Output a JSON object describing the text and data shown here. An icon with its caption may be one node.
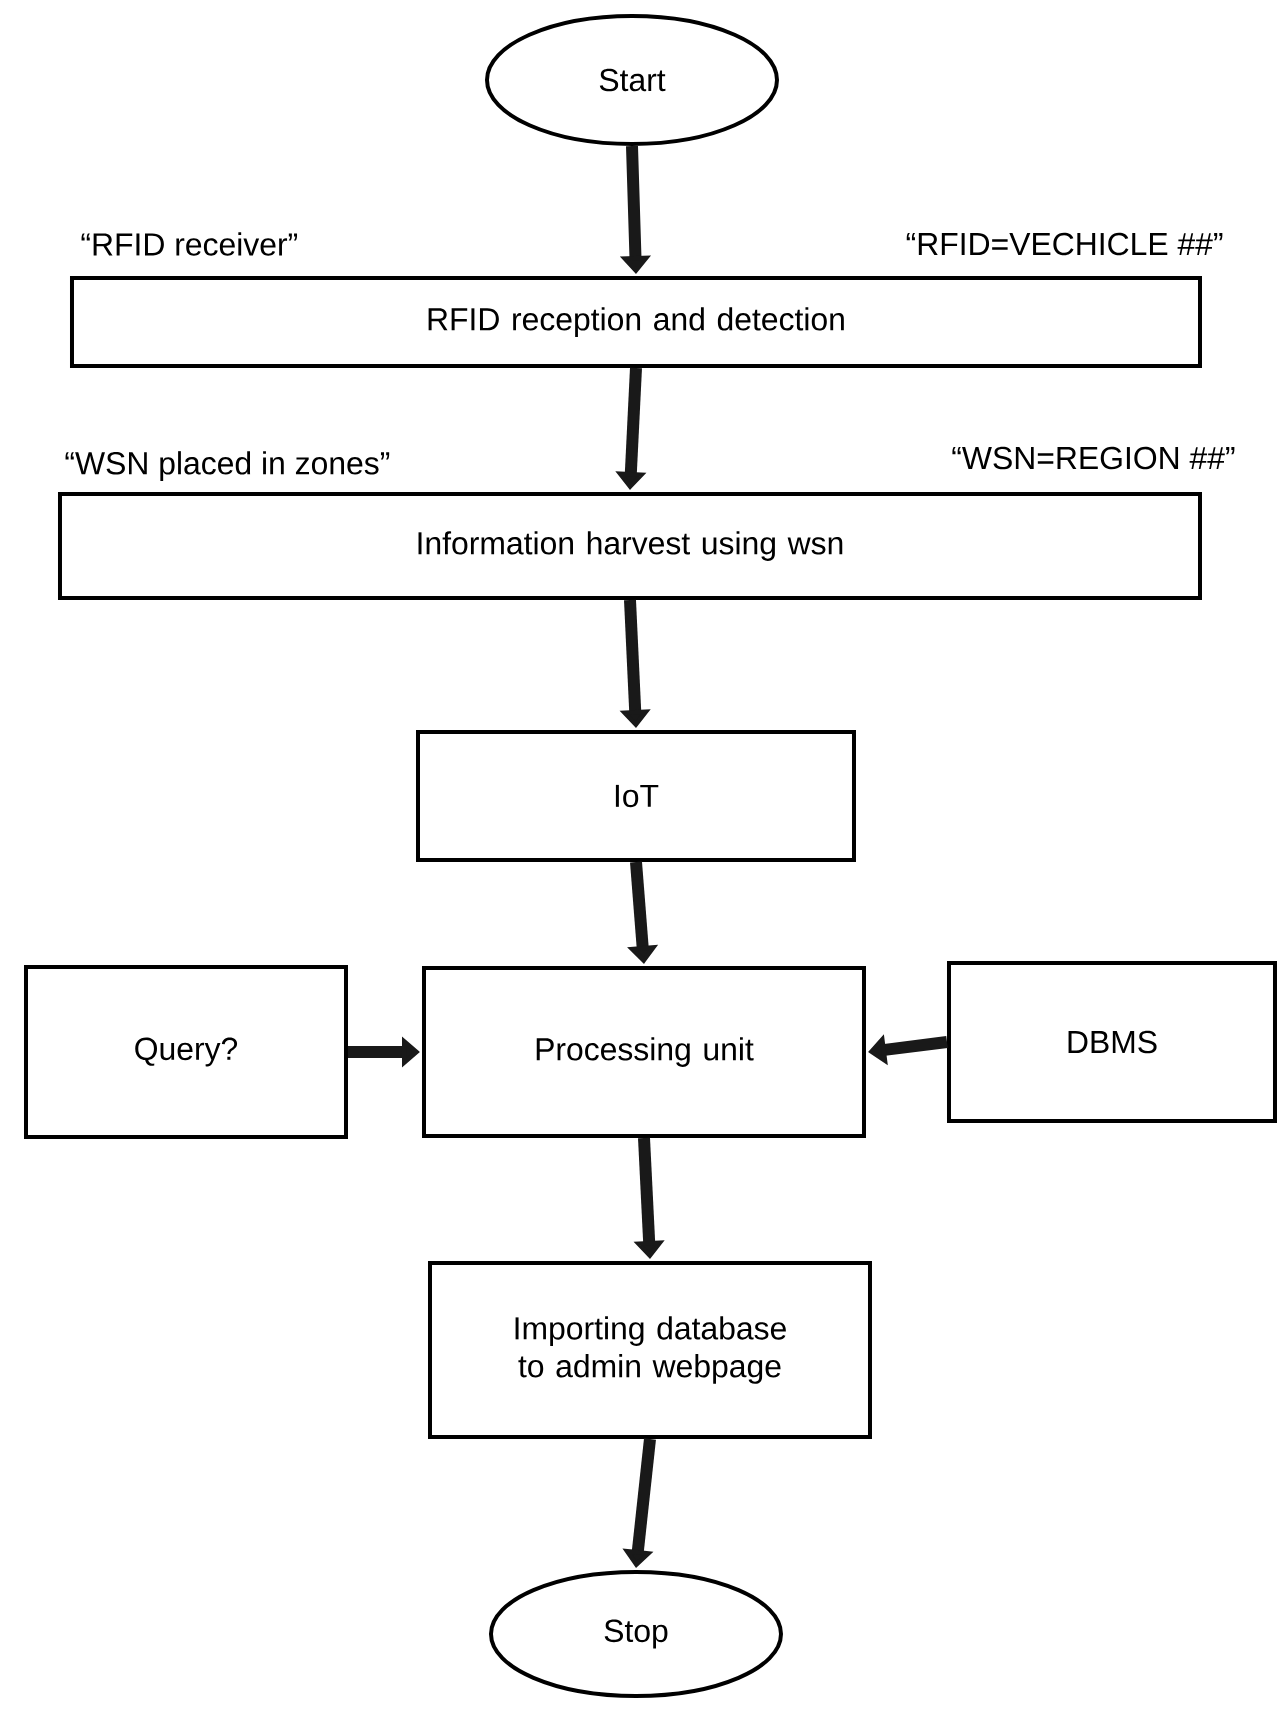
{
  "diagram": {
    "nodes": [
      {
        "text": [
          "Start"
        ]
      },
      {
        "text": [
          "RFID reception and detection"
        ],
        "beside": [
          "“RFID receiver”",
          "“RFID=VECHICLE ##”"
        ]
      },
      {
        "text": [
          "Information harvest using wsn"
        ],
        "beside": [
          "“WSN placed in zones”",
          "“WSN=REGION ##”"
        ]
      },
      {
        "text": [
          "IoT"
        ]
      },
      {
        "text": [
          "Query?"
        ]
      },
      {
        "text": [
          "Processing unit"
        ]
      },
      {
        "text": [
          "DBMS"
        ]
      },
      {
        "text": [
          "Importing database to admin webpage"
        ]
      },
      {
        "text": [
          "Stop"
        ]
      }
    ],
    "edges": [
      {
        "from": 0,
        "to": 1,
        "arrow": "to"
      },
      {
        "from": 1,
        "to": 2,
        "arrow": "to"
      },
      {
        "from": 2,
        "to": 3,
        "arrow": "to"
      },
      {
        "from": 3,
        "to": 5,
        "arrow": "to"
      },
      {
        "from": 4,
        "to": 5,
        "arrow": "to"
      },
      {
        "from": 6,
        "to": 5,
        "arrow": "to"
      },
      {
        "from": 5,
        "to": 7,
        "arrow": "to"
      },
      {
        "from": 7,
        "to": 8,
        "arrow": "to"
      }
    ]
  }
}
